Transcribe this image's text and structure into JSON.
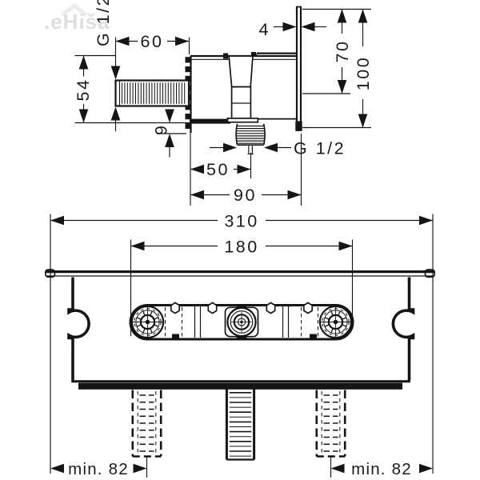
{
  "watermark": ".eHiša",
  "side_view": {
    "labels": {
      "inlet_thread": "G 1/2",
      "pipe_length": "60",
      "body_height": "54",
      "bottom_offset": "9",
      "plate_thickness": "4",
      "plate_top_to_outlet": "70",
      "plate_height": "100",
      "outlet_thread": "G 1/2",
      "body_to_outlet_center": "50",
      "body_depth": "90"
    }
  },
  "front_view": {
    "labels": {
      "total_width": "310",
      "body_width": "180",
      "min_left": "min. 82",
      "min_right": "min. 82"
    }
  }
}
